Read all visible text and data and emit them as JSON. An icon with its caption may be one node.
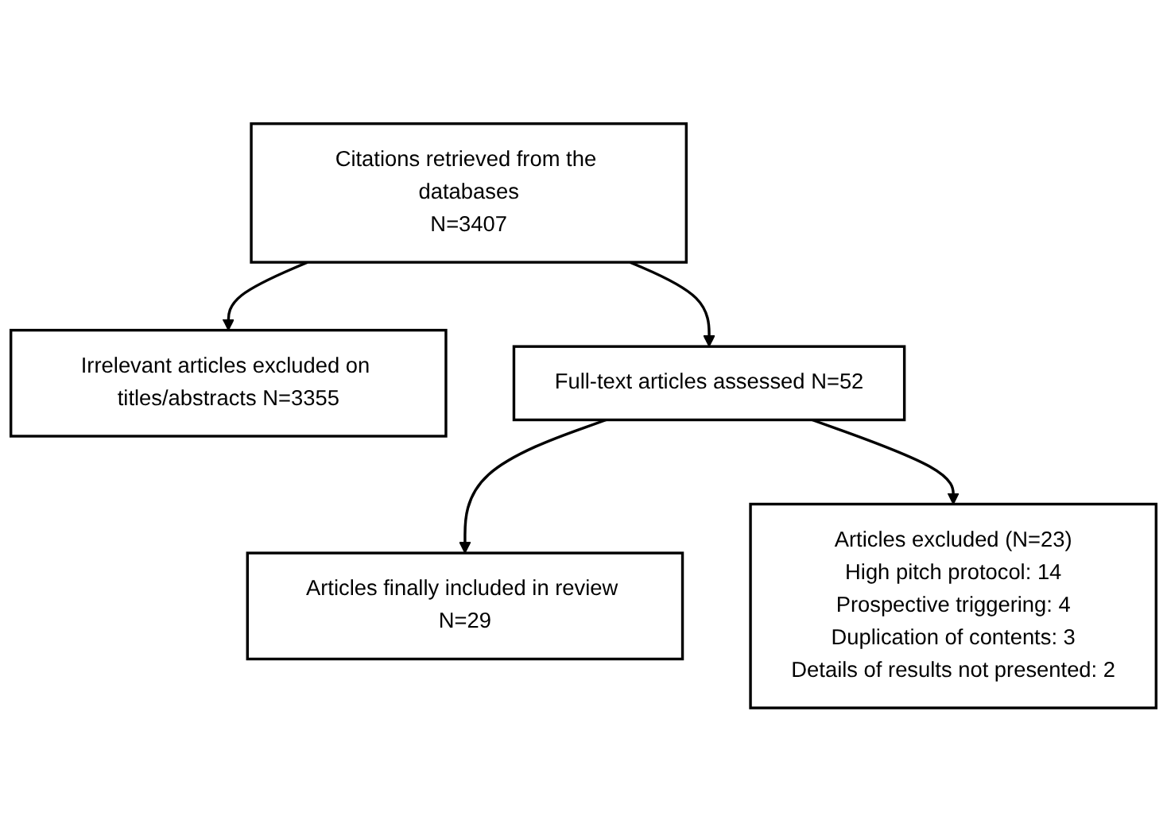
{
  "diagram": {
    "nodes": [
      {
        "text": [
          "Citations retrieved from the databases",
          "N=3407"
        ]
      },
      {
        "text": [
          "Irrelevant articles excluded on titles/abstracts N=3355"
        ]
      },
      {
        "text": [
          "Full-text articles assessed N=52"
        ]
      },
      {
        "text": [
          "Articles excluded (N=23)",
          "High pitch protocol: 14",
          "Prospective triggering: 4",
          "Duplication of contents: 3",
          "Details of results not presented: 2"
        ]
      },
      {
        "text": [
          "Articles finally included in review N=29"
        ]
      }
    ],
    "edges": [
      {
        "from": 0,
        "to": 2,
        "arrow": "to"
      },
      {
        "from": 0,
        "to": 1,
        "arrow": "to"
      },
      {
        "from": 2,
        "to": 4,
        "arrow": "to"
      },
      {
        "from": 2,
        "to": 3,
        "arrow": "to"
      }
    ]
  }
}
